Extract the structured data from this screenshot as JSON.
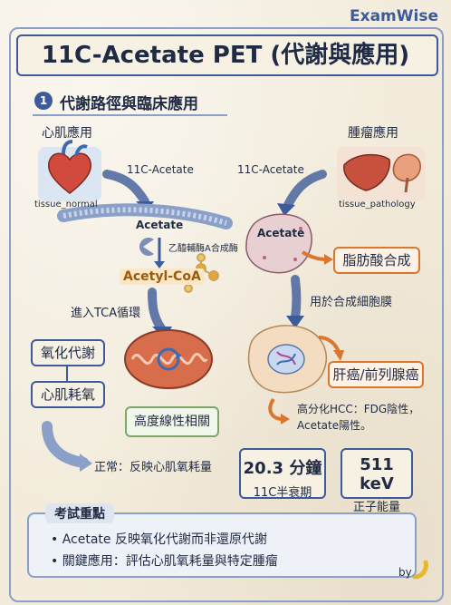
{
  "brand": "ExamWise",
  "title": "11C-Acetate PET (代謝與應用)",
  "section": {
    "number": "1",
    "title": "代謝路徑與臨床應用"
  },
  "left": {
    "heading": "心肌應用",
    "image_label": "tissue_normal",
    "tracer_label": "11C-Acetate",
    "acetate_label": "Acetate",
    "enzyme_label": "乙醯輔酶A合成酶",
    "acetyl_coa": "Acetyl-CoA",
    "tca_label": "進入TCA循環",
    "ox_metabolism": "氧化代謝",
    "myocardial_o2": "心肌耗氧",
    "correlation": "高度線性相關",
    "normal_note": "正常：反映心肌氧耗量"
  },
  "right": {
    "heading": "腫瘤應用",
    "image_label": "tissue_pathology",
    "tracer_label": "11C-Acetate",
    "acetate_label": "Acetate",
    "fatty_acid": "脂肪酸合成",
    "membrane_note": "用於合成細胞膜",
    "cancers": "肝癌/前列腺癌",
    "hcc_note_line1": "高分化HCC：FDG陰性，",
    "hcc_note_line2": "Acetate陽性。"
  },
  "stats": [
    {
      "value": "20.3 分鐘",
      "label": "11C半衰期"
    },
    {
      "value": "511 keV",
      "label": "正子能量"
    }
  ],
  "exam": {
    "heading": "考試重點",
    "points": [
      "Acetate 反映氧化代謝而非還原代謝",
      "關鍵應用：評估心肌氧耗量與特定腫瘤"
    ]
  },
  "signature": "by",
  "colors": {
    "navy": "#3d5a99",
    "orange": "#d9772e",
    "green": "#7ea66b",
    "paper": "#f3ecdc"
  }
}
